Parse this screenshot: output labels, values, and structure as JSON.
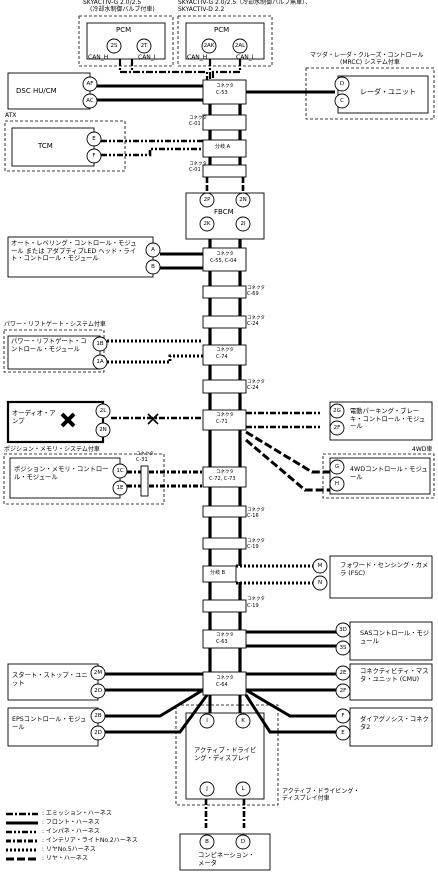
{
  "notes": {
    "skyactiv_top1": "SKYACTIV-G 2.0/2.5",
    "skyactiv_top1_sub": "(冷却水制御バルブ付車)",
    "skyactiv_top2": "SKYACTIV-G 2.0/2.5（冷却水制御バルブ無車）、",
    "skyactiv_top2_sub": "SKYACTIV-D 2.2",
    "mrcc": "マツダ・レーダ・クルーズ・コントロール",
    "mrcc_sub": "(MRCC) システム付車",
    "atx": "ATX",
    "power_liftgate": "パワー・リフトゲート・システム付車",
    "position_memory": "ポジション・メモリ・システム付車",
    "fourwd": "4WD車",
    "active_display": "アクティブ・ドライビング・",
    "active_display_sub": "ディスプレイ付車"
  },
  "modules": {
    "pcm1": {
      "name": "PCM",
      "pin_a": "2S",
      "pin_b": "2T",
      "sig_a": "CAN_H",
      "sig_b": "CAN_L"
    },
    "pcm2": {
      "name": "PCM",
      "pin_a": "2AK",
      "pin_b": "2AL",
      "sig_a": "CAN_H",
      "sig_b": "CAN_L"
    },
    "dsc": {
      "name": "DSC HU/CM",
      "pin_a": "AF",
      "pin_b": "AC"
    },
    "radar": {
      "name": "レーダ・ユニット",
      "pin_a": "D",
      "pin_b": "C"
    },
    "tcm": {
      "name": "TCM",
      "pin_a": "E",
      "pin_b": "F"
    },
    "fbcm": {
      "name": "FBCM",
      "pin_a": "2P",
      "pin_b": "2N",
      "pin_c": "2K",
      "pin_d": "2I"
    },
    "autolevel": {
      "name": "オート・レベリング・コントロール・モジュール または アダプティブLED ヘッド・ライト・コントロール・モジュール",
      "pin_a": "A",
      "pin_b": "B"
    },
    "liftgate": {
      "name": "パワー・リフトゲート・コントロール・モジュール",
      "pin_a": "1B",
      "pin_b": "1A"
    },
    "audio": {
      "name": "オーディオ・アンプ",
      "pin_a": "2L",
      "pin_b": "2N"
    },
    "epb": {
      "name": "電動パーキング・ブレーキ・コントロール・モジュール",
      "pin_a": "2G",
      "pin_b": "2F"
    },
    "posmem": {
      "name": "ポジション・メモリ・コントロール・モジュール",
      "pin_a": "1C",
      "pin_b": "1E"
    },
    "awd": {
      "name": "4WDコントロール・モジュール",
      "pin_a": "G",
      "pin_b": "H"
    },
    "fsc": {
      "name": "フォワード・センシング・カメラ (FSC)",
      "pin_a": "M",
      "pin_b": "N"
    },
    "sas": {
      "name": "SASコントロール・モジュール",
      "pin_a": "3D",
      "pin_b": "3S"
    },
    "startstop": {
      "name": "スタート・ストップ・ユニット",
      "pin_a": "2M",
      "pin_b": "2O"
    },
    "cmu": {
      "name": "コネクティビティ・マスタ・ユニット (CMU)",
      "pin_a": "2E",
      "pin_b": "2F"
    },
    "eps": {
      "name": "EPSコントロール・モジュール",
      "pin_a": "2B",
      "pin_b": "2D"
    },
    "dlc2": {
      "name": "ダイアグノシス・コネクタ2",
      "pin_a": "F",
      "pin_b": "E"
    },
    "adisplay": {
      "name": "アクティブ・ドライビング・ディスプレイ",
      "pin_a": "I",
      "pin_b": "K",
      "pin_c": "J",
      "pin_d": "L"
    },
    "meter": {
      "name": "コンビネーション・メータ",
      "pin_a": "B",
      "pin_b": "D"
    }
  },
  "connectors": {
    "c53": {
      "top": "コネクタ",
      "id": "C-53"
    },
    "c01a": {
      "top": "コネクタ",
      "id": "C-01"
    },
    "jc_a": {
      "id": "分岐 A"
    },
    "c01b": {
      "top": "コネクタ",
      "id": "C-01"
    },
    "c55": {
      "top": "コネクタ",
      "id": "C-55, C-04"
    },
    "c69": {
      "top": "コネクタ",
      "id": "C-69"
    },
    "c24a": {
      "top": "コネクタ",
      "id": "C-24"
    },
    "c74": {
      "top": "コネクタ",
      "id": "C-74"
    },
    "c24b": {
      "top": "コネクタ",
      "id": "C-24"
    },
    "c71": {
      "top": "コネクタ",
      "id": "C-71"
    },
    "c31": {
      "top": "コネクタ",
      "id": "C-31"
    },
    "c72": {
      "top": "コネクタ",
      "id": "C-72, C-73"
    },
    "c16": {
      "top": "コネクタ",
      "id": "C-16"
    },
    "c19a": {
      "top": "コネクタ",
      "id": "C-19"
    },
    "jc_b": {
      "id": "分岐 B"
    },
    "c19b": {
      "top": "コネクタ",
      "id": "C-19"
    },
    "c63": {
      "top": "コネクタ",
      "id": "C-63"
    },
    "c64": {
      "top": "コネクタ",
      "id": "C-64"
    }
  },
  "legend": [
    ": エミッション・ハーネス",
    ": フロント・ハーネス",
    ": インパネ・ハーネス",
    ": インテリア・ライトNo.2ハーネス",
    ": リヤNo.5ハーネス",
    ": リヤ・ハーネス"
  ]
}
